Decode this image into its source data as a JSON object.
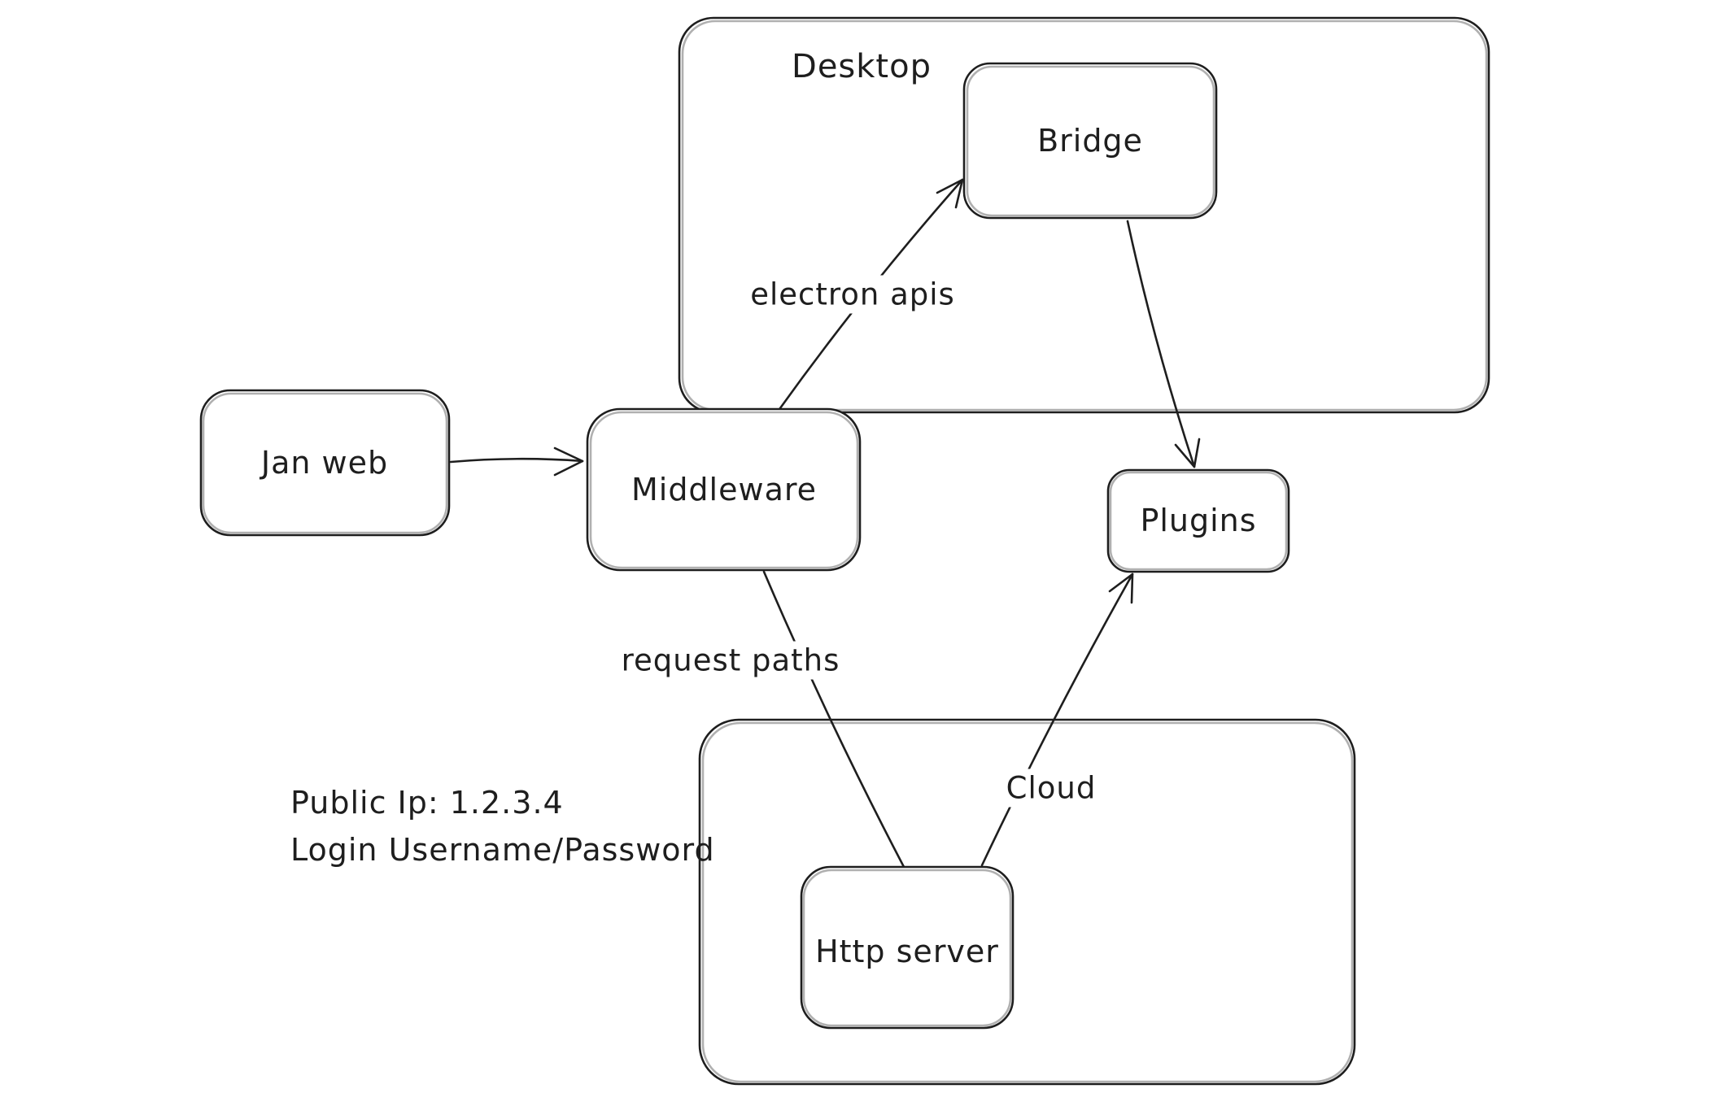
{
  "canvas": {
    "background": "#ffffff",
    "stroke_color": "#1e1e1e"
  },
  "diagram": {
    "containers": {
      "desktop": {
        "label": "Desktop"
      },
      "cloud": {
        "label": "Cloud"
      }
    },
    "nodes": {
      "jan_web": {
        "label": "Jan web"
      },
      "middleware": {
        "label": "Middleware"
      },
      "bridge": {
        "label": "Bridge"
      },
      "plugins": {
        "label": "Plugins"
      },
      "http_server": {
        "label": "Http server"
      }
    },
    "edge_labels": {
      "electron_apis": "electron apis",
      "request_paths": "request paths"
    },
    "annotations": {
      "public_ip": "Public Ip: 1.2.3.4",
      "login": "Login Username/Password"
    },
    "edges": [
      {
        "from": "jan_web",
        "to": "middleware",
        "label": "",
        "arrowhead": true
      },
      {
        "from": "middleware",
        "to": "bridge",
        "label": "electron apis",
        "arrowhead": true
      },
      {
        "from": "bridge",
        "to": "plugins",
        "label": "",
        "arrowhead": true
      },
      {
        "from": "middleware",
        "to": "http_server",
        "label": "request paths",
        "arrowhead": false
      },
      {
        "from": "http_server",
        "to": "plugins",
        "label": "",
        "arrowhead": true
      }
    ]
  }
}
